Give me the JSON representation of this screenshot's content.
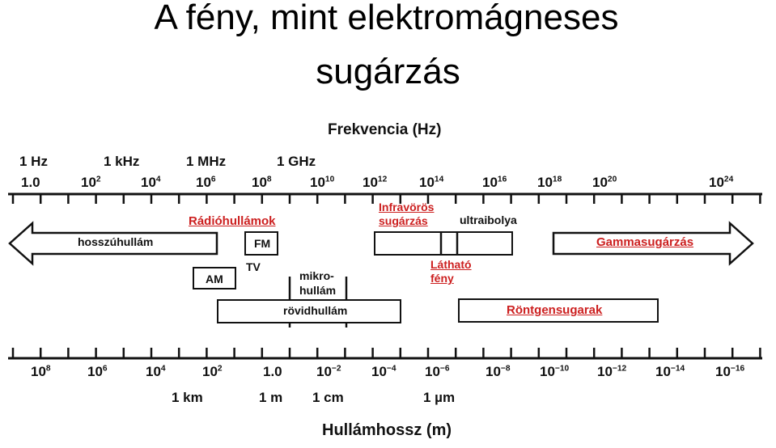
{
  "title": {
    "line1": "A fény, mint elektromágneses",
    "line2": "sugárzás"
  },
  "top_axis": {
    "title": "Frekvencia (Hz)",
    "unit_labels": [
      "1 Hz",
      "1 kHz",
      "1 MHz",
      "1 GHz"
    ],
    "ticks": [
      {
        "base": "1.0",
        "exp": ""
      },
      {
        "base": "10",
        "exp": "2"
      },
      {
        "base": "10",
        "exp": "4"
      },
      {
        "base": "10",
        "exp": "6"
      },
      {
        "base": "10",
        "exp": "8"
      },
      {
        "base": "10",
        "exp": "10"
      },
      {
        "base": "10",
        "exp": "12"
      },
      {
        "base": "10",
        "exp": "14"
      },
      {
        "base": "10",
        "exp": "16"
      },
      {
        "base": "10",
        "exp": "18"
      },
      {
        "base": "10",
        "exp": "20"
      },
      {
        "base": "10",
        "exp": "24"
      }
    ]
  },
  "bottom_axis": {
    "title": "Hullámhossz (m)",
    "unit_labels": [
      "1 km",
      "1 m",
      "1 cm",
      "1 µm"
    ],
    "ticks": [
      {
        "base": "10",
        "exp": "8"
      },
      {
        "base": "10",
        "exp": "6"
      },
      {
        "base": "10",
        "exp": "4"
      },
      {
        "base": "10",
        "exp": "2"
      },
      {
        "base": "1.0",
        "exp": ""
      },
      {
        "base": "10",
        "exp": "−2"
      },
      {
        "base": "10",
        "exp": "−4"
      },
      {
        "base": "10",
        "exp": "−6"
      },
      {
        "base": "10",
        "exp": "−8"
      },
      {
        "base": "10",
        "exp": "−10"
      },
      {
        "base": "10",
        "exp": "−12"
      },
      {
        "base": "10",
        "exp": "−14"
      },
      {
        "base": "10",
        "exp": "−16"
      }
    ]
  },
  "bands": {
    "radio": "Rádióhullámok",
    "long_wave": "hosszúhullám",
    "fm": "FM",
    "tv": "TV",
    "am": "AM",
    "microwave": "mikro-\nhullám",
    "short_wave": "rövidhullám",
    "infrared": "Infravörös\nsugárzás",
    "ultraviolet": "ultraibolya",
    "visible": "Látható\nfény",
    "gamma": "Gammasugárzás",
    "xray": "Röntgensugarak"
  },
  "colors": {
    "text": "#111111",
    "highlight": "#cc1f1f"
  }
}
